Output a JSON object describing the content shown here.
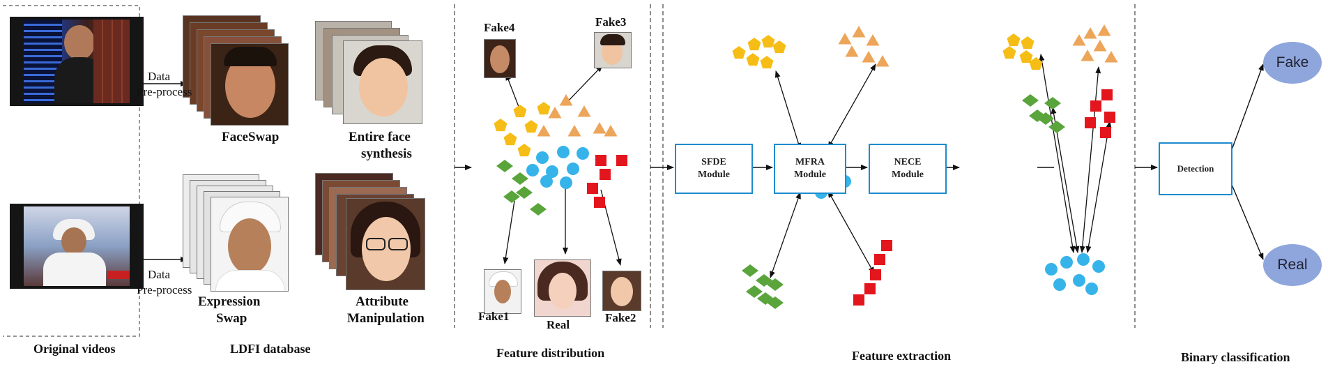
{
  "sections": {
    "original_videos": "Original videos",
    "ldfi_database": "LDFI database",
    "feature_distribution": "Feature distribution",
    "feature_extraction": "Feature extraction",
    "binary_classification": "Binary classification"
  },
  "preprocess": {
    "line1": "Data",
    "line2": "Pre-process"
  },
  "manipulations": {
    "faceswap": "FaceSwap",
    "entire_line1": "Entire face",
    "entire_line2": "synthesis",
    "expr_line1": "Expression",
    "expr_line2": "Swap",
    "attr_line1": "Attribute",
    "attr_line2": "Manipulation"
  },
  "classes": {
    "fake1": "Fake1",
    "fake2": "Fake2",
    "fake3": "Fake3",
    "fake4": "Fake4",
    "real": "Real"
  },
  "modules": {
    "sfde_line1": "SFDE",
    "sfde_line2": "Module",
    "mfra_line1": "MFRA",
    "mfra_line2": "Module",
    "nece_line1": "NECE",
    "nece_line2": "Module",
    "detection": "Detection"
  },
  "outputs": {
    "fake": "Fake",
    "real": "Real"
  },
  "colors": {
    "pentagon": "#f6bd16",
    "triangle": "#eda55a",
    "circle": "#36b4ea",
    "square": "#e3161e",
    "diamond": "#5aa43c",
    "module_border": "#1d8ccd",
    "output_ellipse": "#8ea6dc"
  }
}
